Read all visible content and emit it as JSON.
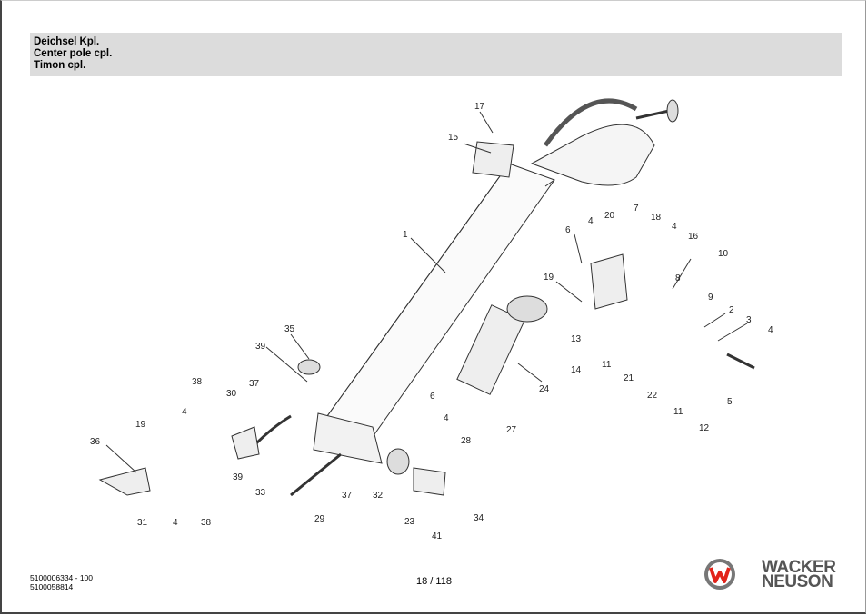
{
  "header": {
    "title_de": "Deichsel Kpl.",
    "title_en": "Center pole cpl.",
    "title_es": "Timon cpl."
  },
  "drawing": {
    "callouts": [
      "17",
      "15",
      "1",
      "6",
      "4",
      "20",
      "7",
      "18",
      "4",
      "16",
      "10",
      "19",
      "8",
      "9",
      "2",
      "3",
      "4",
      "13",
      "14",
      "11",
      "21",
      "22",
      "5",
      "11",
      "12",
      "35",
      "39",
      "38",
      "30",
      "37",
      "4",
      "19",
      "36",
      "6",
      "4",
      "24",
      "28",
      "27",
      "39",
      "33",
      "31",
      "4",
      "38",
      "32",
      "37",
      "29",
      "23",
      "41",
      "34"
    ]
  },
  "footer": {
    "doc_number_1": "5100006334 - 100",
    "doc_number_2": "5100058814",
    "page": "18 / 118"
  },
  "brand": {
    "logo_icon": "wacker-neuson-w-logo",
    "line1": "WACKER",
    "line2": "NEUSON",
    "accent": "#e2231a",
    "grey": "#555555"
  }
}
